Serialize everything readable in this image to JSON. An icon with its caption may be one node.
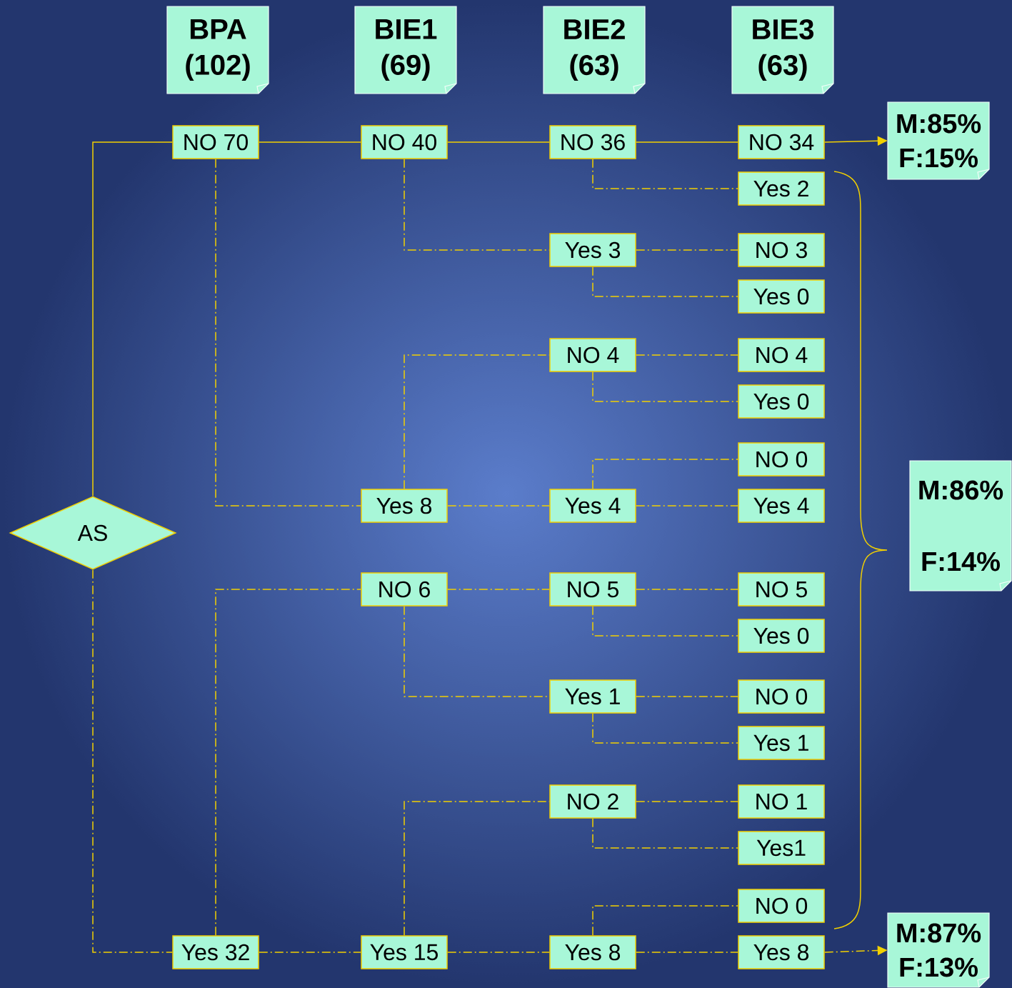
{
  "diagram": {
    "nodes": [
      {
        "text": [
          "BPA (102)"
        ]
      },
      {
        "text": [
          "BIE1 (69)"
        ]
      },
      {
        "text": [
          "BIE2 (63)"
        ]
      },
      {
        "text": [
          "BIE3 (63)"
        ]
      },
      {
        "text": [
          "AS"
        ]
      },
      {
        "text": [
          "NO 70"
        ]
      },
      {
        "text": [
          "Yes 32"
        ]
      },
      {
        "text": [
          "NO 40"
        ]
      },
      {
        "text": [
          "Yes 8"
        ]
      },
      {
        "text": [
          "NO 6"
        ]
      },
      {
        "text": [
          "Yes 15"
        ]
      },
      {
        "text": [
          "NO 36"
        ]
      },
      {
        "text": [
          "Yes 3"
        ]
      },
      {
        "text": [
          "NO 4"
        ]
      },
      {
        "text": [
          "Yes 4"
        ]
      },
      {
        "text": [
          "NO 5"
        ]
      },
      {
        "text": [
          "Yes 1"
        ]
      },
      {
        "text": [
          "NO 2"
        ]
      },
      {
        "text": [
          "Yes 8"
        ]
      },
      {
        "text": [
          "NO 34"
        ]
      },
      {
        "text": [
          "Yes 2"
        ]
      },
      {
        "text": [
          "NO 3"
        ]
      },
      {
        "text": [
          "Yes 0"
        ]
      },
      {
        "text": [
          "NO 4"
        ]
      },
      {
        "text": [
          "Yes 0"
        ]
      },
      {
        "text": [
          "NO 0"
        ]
      },
      {
        "text": [
          "Yes 4"
        ]
      },
      {
        "text": [
          "NO 5"
        ]
      },
      {
        "text": [
          "Yes 0"
        ]
      },
      {
        "text": [
          "NO 0"
        ]
      },
      {
        "text": [
          "Yes 1"
        ]
      },
      {
        "text": [
          "NO 1"
        ]
      },
      {
        "text": [
          "Yes1"
        ]
      },
      {
        "text": [
          "NO 0"
        ]
      },
      {
        "text": [
          "Yes 8"
        ]
      },
      {
        "text": [
          "M:85% F:15%"
        ]
      },
      {
        "text": [
          "M:86% F:14%"
        ]
      },
      {
        "text": [
          "M:87% F:13%"
        ]
      }
    ],
    "edges": [
      {
        "from": 4,
        "to": 5,
        "arrow": "none"
      },
      {
        "from": 5,
        "to": 7,
        "arrow": "none"
      },
      {
        "from": 7,
        "to": 11,
        "arrow": "none"
      },
      {
        "from": 11,
        "to": 19,
        "arrow": "none"
      },
      {
        "from": 19,
        "to": 35,
        "arrow": "to"
      },
      {
        "from": 4,
        "to": 6,
        "arrow": "none",
        "style": "dashed"
      },
      {
        "from": 6,
        "to": 10,
        "arrow": "none",
        "style": "dashed"
      },
      {
        "from": 10,
        "to": 18,
        "arrow": "none",
        "style": "dashed"
      },
      {
        "from": 18,
        "to": 34,
        "arrow": "none",
        "style": "dashed"
      },
      {
        "from": 34,
        "to": 37,
        "arrow": "to",
        "style": "dashed"
      },
      {
        "from": 5,
        "to": 8,
        "arrow": "none",
        "style": "dashed"
      },
      {
        "from": 7,
        "to": 12,
        "arrow": "none",
        "style": "dashed"
      },
      {
        "from": 8,
        "to": 13,
        "arrow": "none",
        "style": "dashed"
      },
      {
        "from": 8,
        "to": 14,
        "arrow": "none",
        "style": "dashed"
      },
      {
        "from": 11,
        "to": 20,
        "arrow": "none",
        "style": "dashed"
      },
      {
        "from": 12,
        "to": 21,
        "arrow": "none",
        "style": "dashed"
      },
      {
        "from": 12,
        "to": 22,
        "arrow": "none",
        "style": "dashed"
      },
      {
        "from": 13,
        "to": 23,
        "arrow": "none",
        "style": "dashed"
      },
      {
        "from": 13,
        "to": 24,
        "arrow": "none",
        "style": "dashed"
      },
      {
        "from": 14,
        "to": 25,
        "arrow": "none",
        "style": "dashed"
      },
      {
        "from": 14,
        "to": 26,
        "arrow": "none",
        "style": "dashed"
      },
      {
        "from": 6,
        "to": 9,
        "arrow": "none",
        "style": "dashed"
      },
      {
        "from": 9,
        "to": 15,
        "arrow": "none",
        "style": "dashed"
      },
      {
        "from": 9,
        "to": 16,
        "arrow": "none",
        "style": "dashed"
      },
      {
        "from": 15,
        "to": 27,
        "arrow": "none",
        "style": "dashed"
      },
      {
        "from": 15,
        "to": 28,
        "arrow": "none",
        "style": "dashed"
      },
      {
        "from": 16,
        "to": 29,
        "arrow": "none",
        "style": "dashed"
      },
      {
        "from": 16,
        "to": 30,
        "arrow": "none",
        "style": "dashed"
      },
      {
        "from": 10,
        "to": 17,
        "arrow": "none",
        "style": "dashed"
      },
      {
        "from": 17,
        "to": 31,
        "arrow": "none",
        "style": "dashed"
      },
      {
        "from": 17,
        "to": 32,
        "arrow": "none",
        "style": "dashed"
      },
      {
        "from": 18,
        "to": 33,
        "arrow": "none",
        "style": "dashed"
      }
    ]
  }
}
